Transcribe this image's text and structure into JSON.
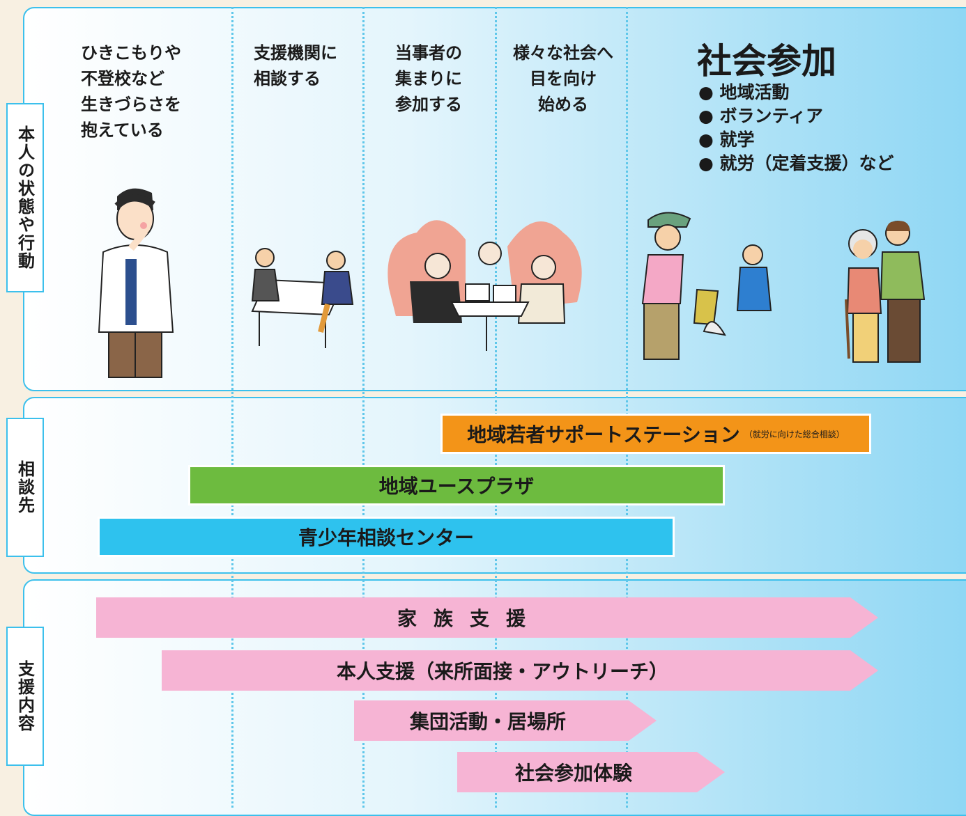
{
  "rows": {
    "status_label": "本人の状態や行動",
    "consult_label": "相談先",
    "support_label": "支援内容"
  },
  "stages": [
    "ひきこもりや\n不登校など\n生きづらさを\n抱えている",
    "支援機関に\n相談する",
    "当事者の\n集まりに\n参加する",
    "様々な社会へ\n目を向け\n始める"
  ],
  "goal": {
    "title": "社会参加",
    "items": [
      "地域活動",
      "ボランティア",
      "就学",
      "就労（定着支援）など"
    ]
  },
  "consult": {
    "support_station": "地域若者サポートステーション",
    "support_station_note": "（就労に向けた総合相談）",
    "youth_plaza": "地域ユースプラザ",
    "youth_center": "青少年相談センター"
  },
  "support": {
    "family": "家族支援",
    "individual": "本人支援（来所面接・アウトリーチ）",
    "group": "集団活動・居場所",
    "social": "社会参加体験"
  },
  "colors": {
    "border": "#3cc0ec",
    "orange_bar": "#f39418",
    "green_bar": "#6dbb3f",
    "blue_bar": "#2ec2ee",
    "pink_arrow": "#f6b4d4"
  }
}
